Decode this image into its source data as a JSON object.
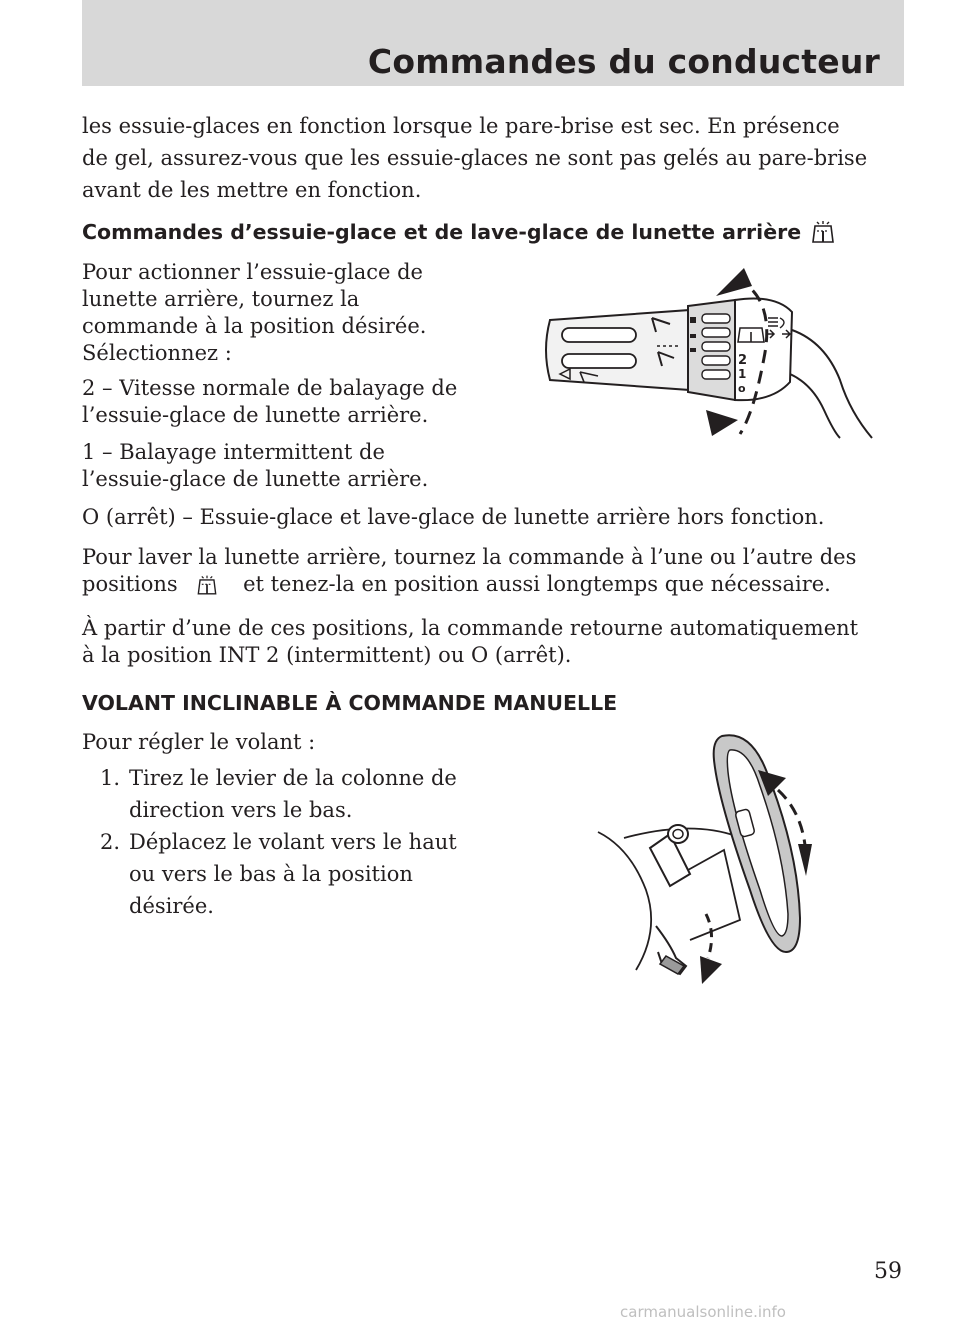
{
  "header": {
    "title": "Commandes du conducteur"
  },
  "intro": {
    "line1": "les essuie-glaces en fonction lorsque le pare-brise est sec. En présence",
    "line2": "de gel, assurez-vous que les essuie-glaces ne sont pas gelés au pare-brise",
    "line3": "avant de les mettre en fonction."
  },
  "section_rear": {
    "heading": "Commandes d’essuie-glace et de lave-glace de lunette arrière",
    "p1_lines": [
      "Pour actionner l’essuie-glace de",
      "lunette arrière, tournez la",
      "commande à la position désirée.",
      "Sélectionnez :"
    ],
    "p2_lines": [
      "2 – Vitesse normale de balayage de",
      "l’essuie-glace de lunette arrière."
    ],
    "p3_lines": [
      "1 – Balayage intermittent de",
      "l’essuie-glace de lunette arrière."
    ],
    "p4": "O (arrêt) – Essuie-glace et lave-glace de lunette arrière hors fonction.",
    "p5_line1": "Pour laver la lunette arrière, tournez la commande à l’une ou l’autre des",
    "p5_line2_before": "positions",
    "p5_line2_after": "et tenez-la en position aussi longtemps que nécessaire.",
    "p6_lines": [
      "À partir d’une de ces positions, la commande retourne automatiquement",
      "à la position INT 2 (intermittent) ou O (arrêt)."
    ],
    "illustration": {
      "label_2": "2",
      "label_1": "1",
      "label_0": "o"
    }
  },
  "section_tilt": {
    "heading": "VOLANT INCLINABLE À COMMANDE MANUELLE",
    "intro": "Pour régler le volant :",
    "steps": [
      {
        "num": "1.",
        "lines": [
          "Tirez le levier de la colonne de",
          "direction vers le bas."
        ]
      },
      {
        "num": "2.",
        "lines": [
          "Déplacez le volant vers le haut",
          "ou vers le bas à la position",
          "désirée."
        ]
      }
    ]
  },
  "page_number": "59",
  "watermark": "carmanualsonline.info"
}
